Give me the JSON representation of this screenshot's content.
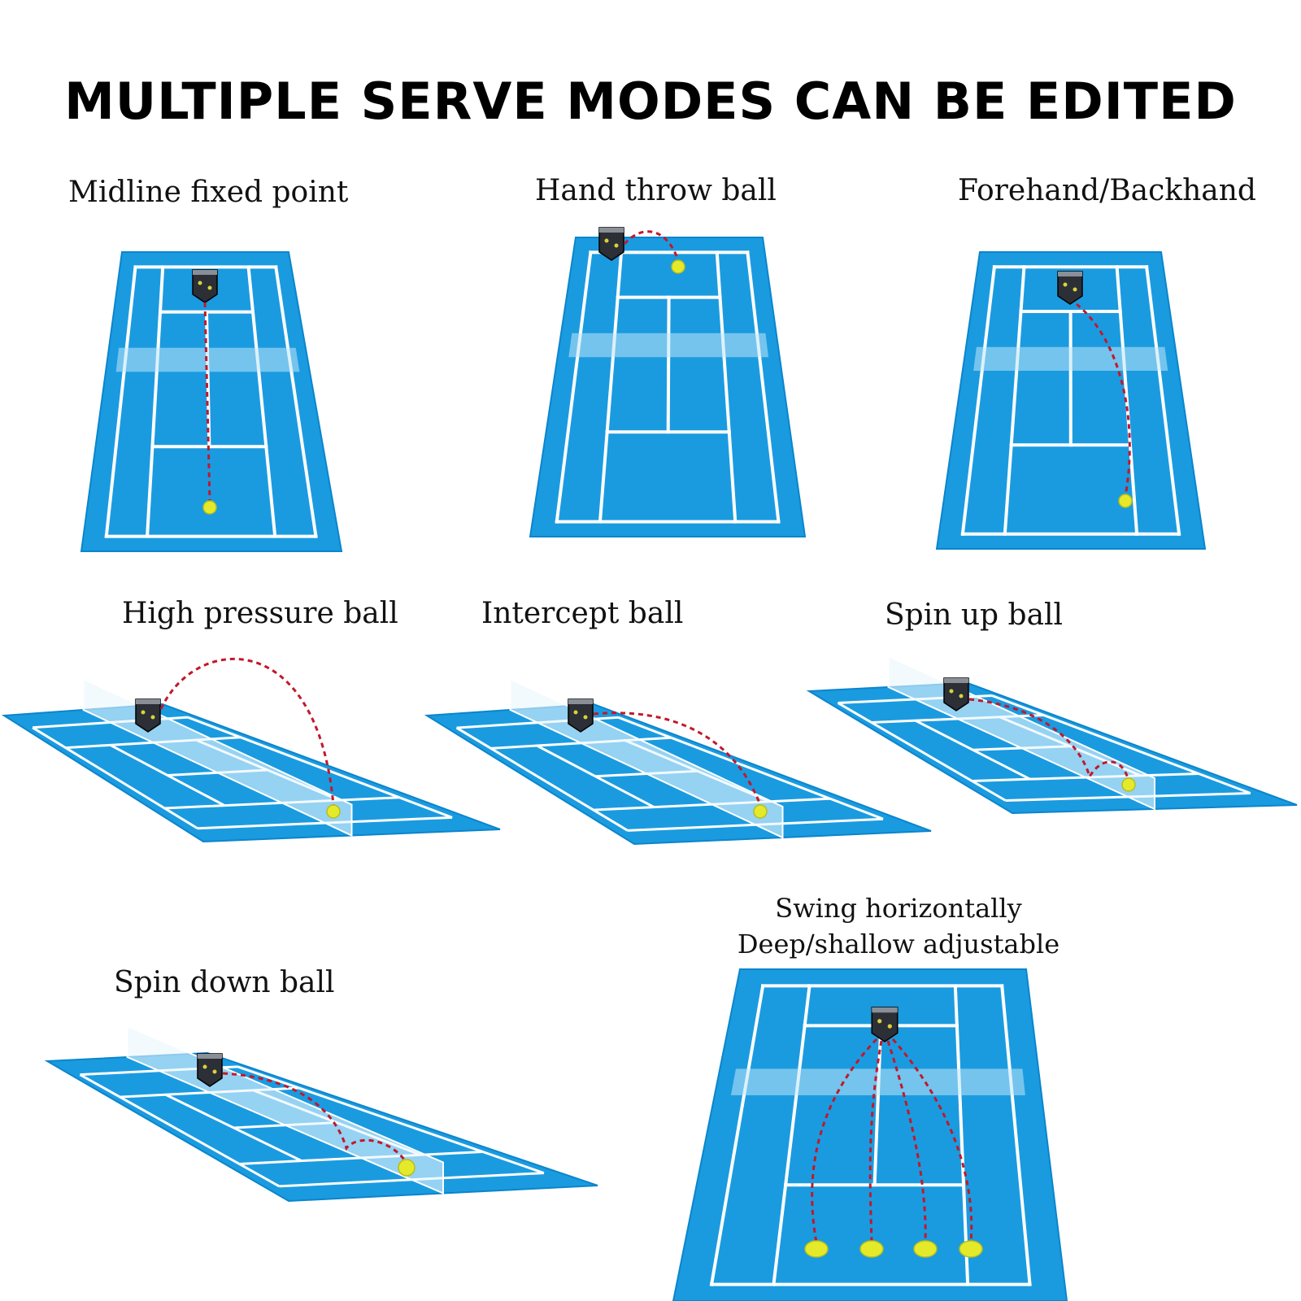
{
  "title": "MULTIPLE SERVE MODES CAN BE EDITED",
  "modes": [
    {
      "id": "midline",
      "label": "Midline fixed point"
    },
    {
      "id": "hand-throw",
      "label": "Hand throw ball"
    },
    {
      "id": "forehand-backhand",
      "label": "Forehand/Backhand"
    },
    {
      "id": "high-pressure",
      "label": "High pressure ball"
    },
    {
      "id": "intercept",
      "label": "Intercept ball"
    },
    {
      "id": "spin-up",
      "label": "Spin up ball"
    },
    {
      "id": "spin-down",
      "label": "Spin down ball"
    },
    {
      "id": "swing",
      "label": "Swing horizontally",
      "label2": "Deep/shallow adjustable"
    }
  ],
  "colors": {
    "court": "#1a9be0",
    "court_edge": "#0b85cc",
    "line": "#ffffff",
    "net": "#bfe6f8",
    "machine": "#2c2f36",
    "ball": "#e4ea2a",
    "trajectory": "#c2182b"
  }
}
